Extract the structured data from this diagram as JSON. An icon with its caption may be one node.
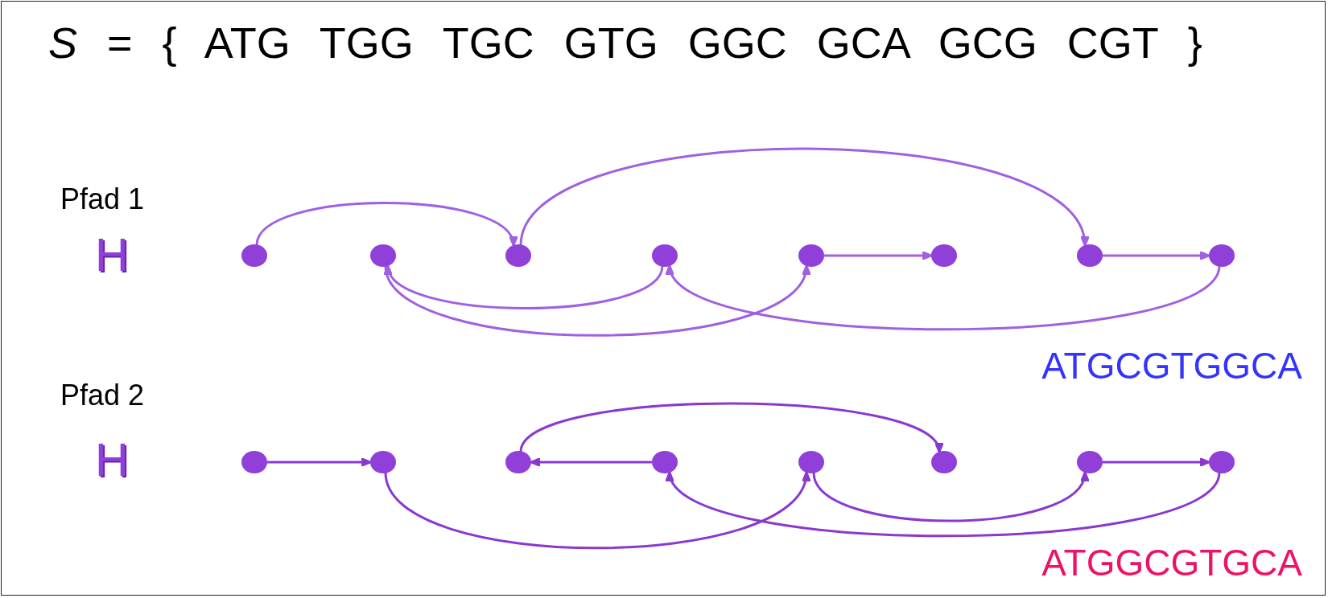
{
  "diagram": {
    "title": "*S* = { ATG TGG TGC GTG GGC GCA GCG CGT }",
    "nodes": [
      {
        "text": [],
        "shape": "circle"
      },
      {
        "text": [],
        "shape": "circle"
      },
      {
        "text": [],
        "shape": "circle"
      },
      {
        "text": [],
        "shape": "circle"
      },
      {
        "text": [],
        "shape": "circle"
      },
      {
        "text": [],
        "shape": "circle"
      },
      {
        "text": [],
        "shape": "circle"
      },
      {
        "text": [],
        "shape": "circle"
      },
      {
        "text": [],
        "shape": "circle"
      },
      {
        "text": [],
        "shape": "circle"
      },
      {
        "text": [],
        "shape": "circle"
      },
      {
        "text": [],
        "shape": "circle"
      },
      {
        "text": [],
        "shape": "circle"
      },
      {
        "text": [],
        "shape": "circle"
      },
      {
        "text": [],
        "shape": "circle"
      },
      {
        "text": [],
        "shape": "circle"
      }
    ],
    "edges": [
      {
        "from": 0,
        "to": 2,
        "arrow": "to",
        "color": "#a060e0"
      },
      {
        "from": 2,
        "to": 6,
        "arrow": "to",
        "color": "#a060e0"
      },
      {
        "from": 6,
        "to": 7,
        "arrow": "to",
        "color": "#a060e0"
      },
      {
        "from": 7,
        "to": 3,
        "arrow": "to",
        "color": "#a060e0"
      },
      {
        "from": 3,
        "to": 1,
        "arrow": "to",
        "color": "#a060e0"
      },
      {
        "from": 1,
        "to": 4,
        "arrow": "to",
        "color": "#a060e0"
      },
      {
        "from": 4,
        "to": 5,
        "arrow": "to",
        "color": "#a060e0"
      },
      {
        "from": 8,
        "to": 9,
        "arrow": "to",
        "color": "#8a38d0"
      },
      {
        "from": 9,
        "to": 12,
        "arrow": "to",
        "color": "#8a38d0"
      },
      {
        "from": 12,
        "to": 14,
        "arrow": "to",
        "color": "#8a38d0"
      },
      {
        "from": 14,
        "to": 15,
        "arrow": "to",
        "color": "#8a38d0"
      },
      {
        "from": 15,
        "to": 11,
        "arrow": "to",
        "color": "#8a38d0"
      },
      {
        "from": 11,
        "to": 10,
        "arrow": "to",
        "color": "#8a38d0"
      },
      {
        "from": 10,
        "to": 13,
        "arrow": "to",
        "color": "#8a38d0"
      }
    ],
    "labels": [
      "Pfad 1",
      "H",
      "ATGCGTGGCA",
      "Pfad 2",
      "H",
      "ATGGCGTGCA"
    ]
  }
}
